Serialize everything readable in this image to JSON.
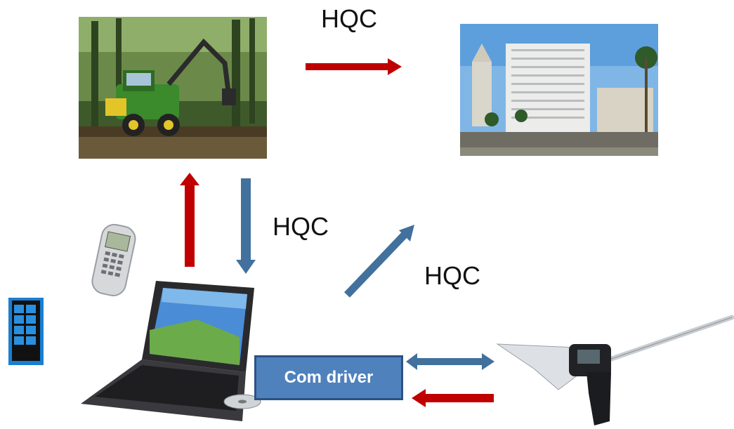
{
  "labels": {
    "hqc_top": "HQC",
    "hqc_middle": "HQC",
    "hqc_right": "HQC"
  },
  "com_driver": "Com driver",
  "colors": {
    "red_arrow": "#c00000",
    "blue_arrow": "#41719c",
    "driver_fill": "#4f81bd"
  },
  "nodes": [
    {
      "name": "forest-harvester-image",
      "icon": "harvester"
    },
    {
      "name": "office-building-image",
      "icon": "building"
    },
    {
      "name": "handheld-device-image",
      "icon": "handheld"
    },
    {
      "name": "mobile-phone-image",
      "icon": "phone"
    },
    {
      "name": "laptop-image",
      "icon": "laptop"
    },
    {
      "name": "caliper-device-image",
      "icon": "caliper"
    }
  ]
}
